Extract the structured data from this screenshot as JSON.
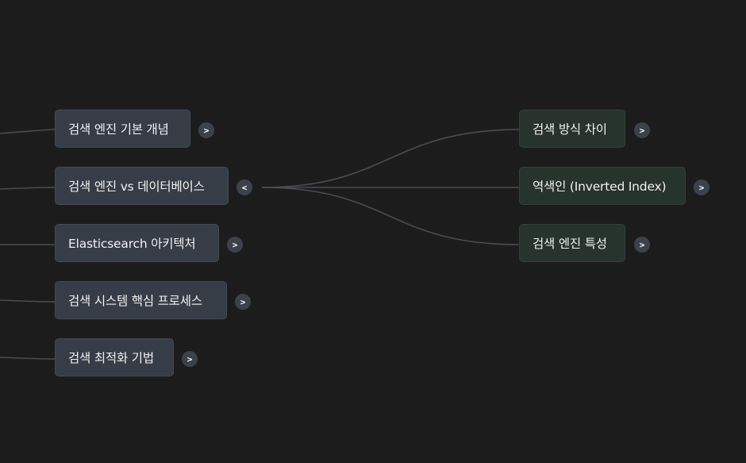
{
  "main_nodes": [
    {
      "label": "검색 엔진 기본 개념",
      "toggle": ">"
    },
    {
      "label": "검색 엔진 vs 데이터베이스",
      "toggle": "<"
    },
    {
      "label": "Elasticsearch 아키텍처",
      "toggle": ">"
    },
    {
      "label": "검색 시스템 핵심 프로세스",
      "toggle": ">"
    },
    {
      "label": "검색 최적화 기법",
      "toggle": ">"
    }
  ],
  "sub_nodes": [
    {
      "label": "검색 방식 차이",
      "toggle": ">"
    },
    {
      "label": "역색인 (Inverted Index)",
      "toggle": ">"
    },
    {
      "label": "검색 엔진 특성",
      "toggle": ">"
    }
  ],
  "icons": {
    "expand": "chevron-right-icon",
    "collapse": "chevron-left-icon"
  },
  "colors": {
    "background": "#1c1c1c",
    "main_node": "#363d46",
    "sub_node": "#27332d",
    "edge": "#4a4c52",
    "toggle": "#3c424b"
  }
}
